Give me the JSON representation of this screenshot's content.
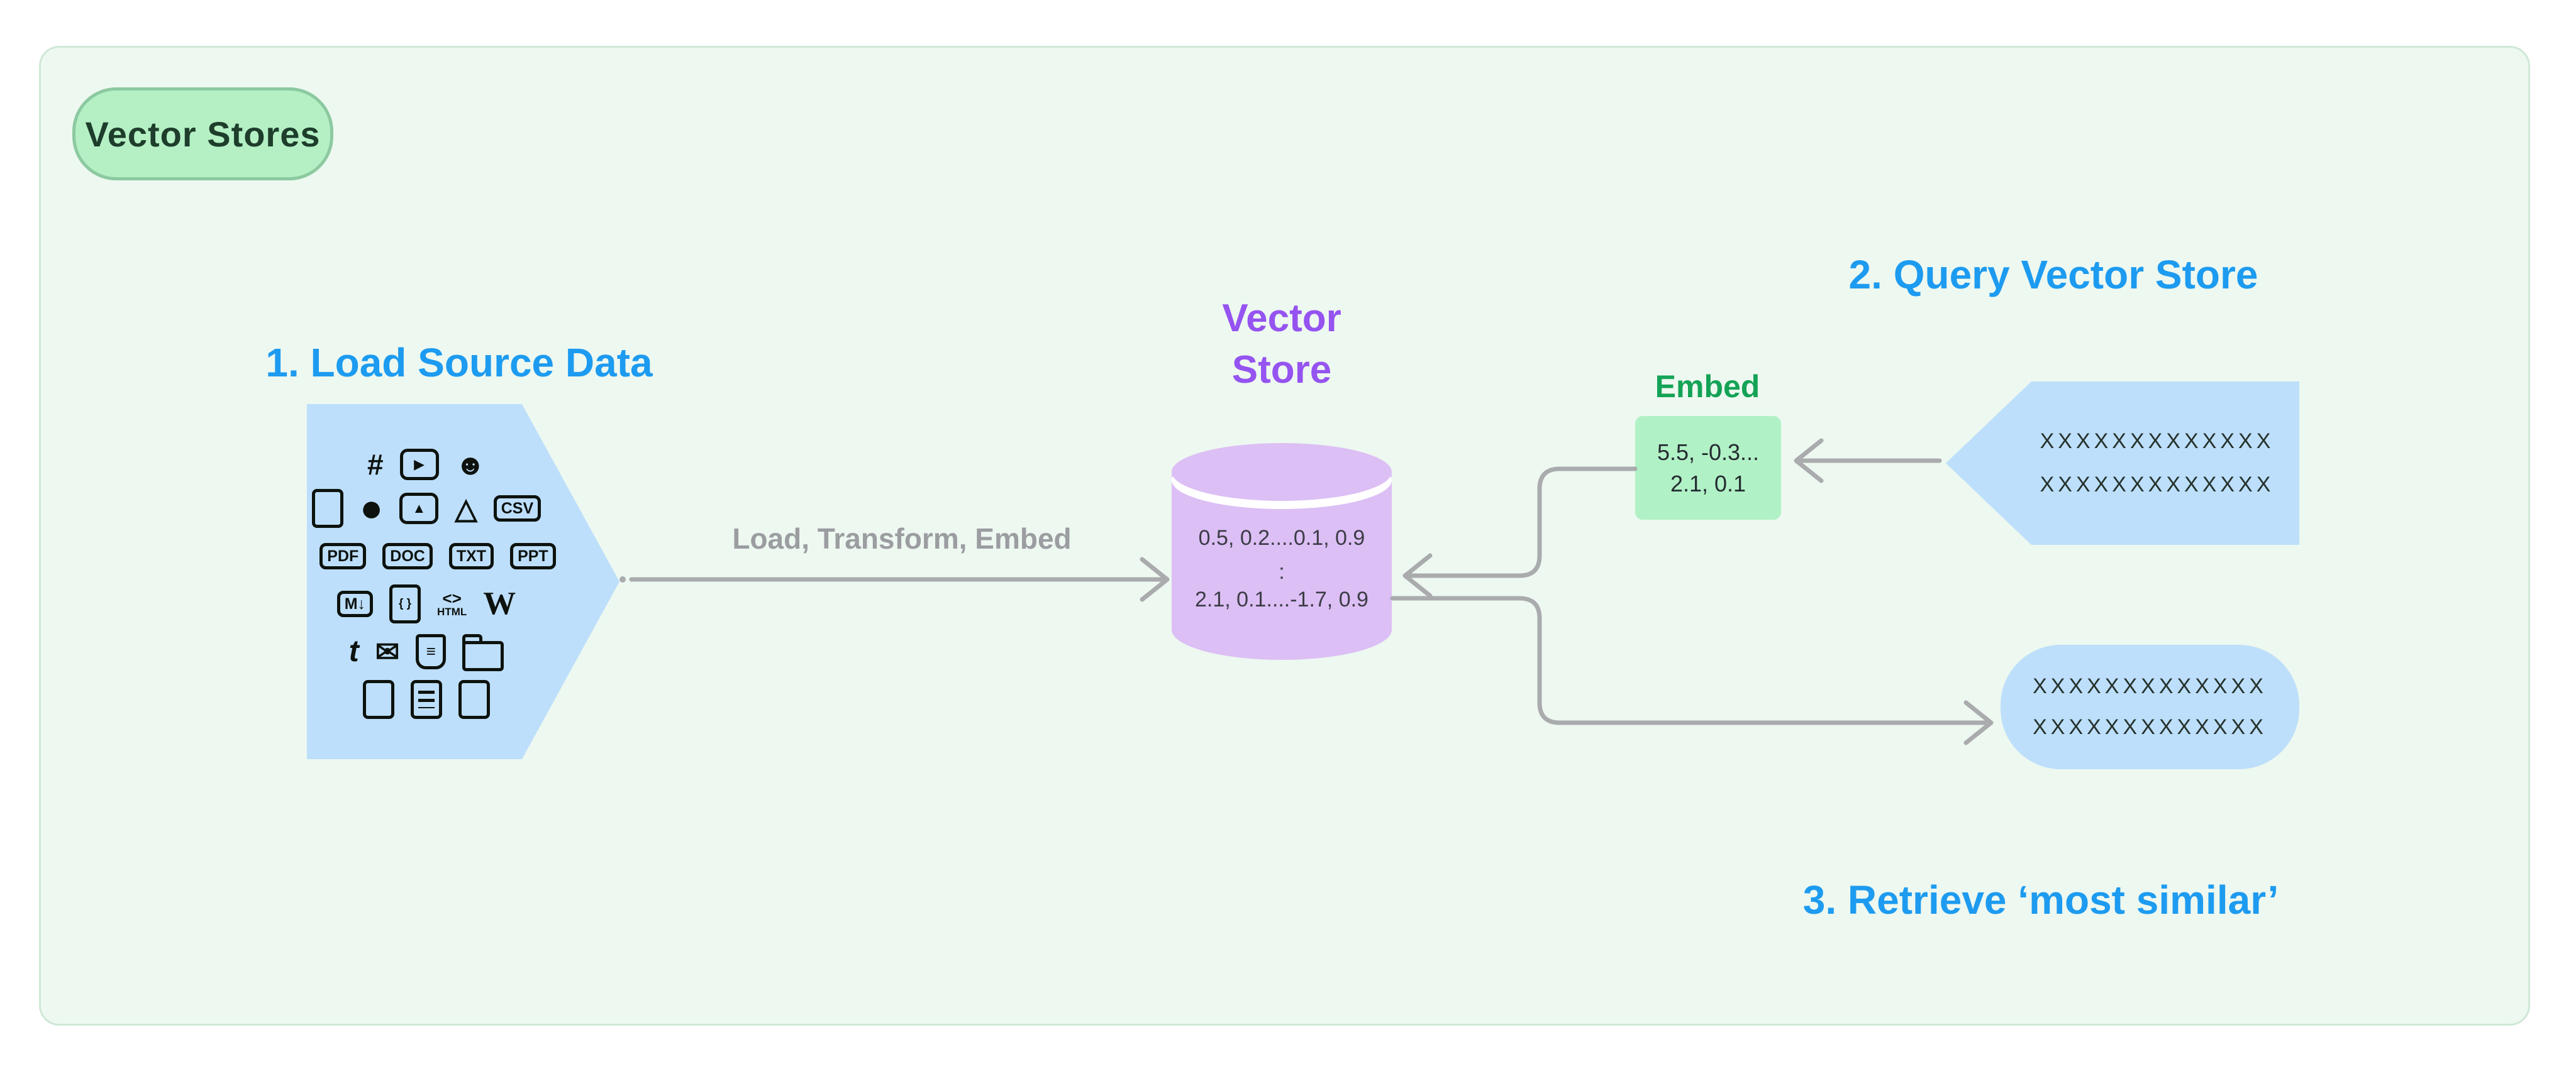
{
  "diagram": {
    "badge_label": "Vector Stores",
    "steps": {
      "step1": "1. Load Source Data",
      "step2": "2. Query Vector Store",
      "step3": "3. Retrieve ‘most similar’"
    },
    "load_arrow_label": "Load, Transform, Embed",
    "store": {
      "title": "Vector Store",
      "rows": [
        "0.5, 0.2....0.1, 0.9",
        ":",
        "2.1, 0.1....-1.7, 0.9"
      ]
    },
    "embed": {
      "label": "Embed",
      "lines": [
        "5.5, -0.3...",
        "2.1, 0.1"
      ]
    },
    "query_doc": {
      "lines": [
        "XXXXXXXXXXXXX",
        "XXXXXXXXXXXXX"
      ]
    },
    "result_doc": {
      "lines": [
        "XXXXXXXXXXXXX",
        "XXXXXXXXXXXXX"
      ]
    },
    "icon_rows": [
      [
        {
          "name": "slack-icon",
          "kind": "glyph",
          "label": "#"
        },
        {
          "name": "youtube-icon",
          "kind": "box",
          "label": "▶"
        },
        {
          "name": "discord-icon",
          "kind": "glyph",
          "label": "☻"
        }
      ],
      [
        {
          "name": "file-icon",
          "kind": "file",
          "label": ""
        },
        {
          "name": "github-icon",
          "kind": "gh",
          "label": "●"
        },
        {
          "name": "image-icon",
          "kind": "box",
          "label": "▲"
        },
        {
          "name": "google-drive-icon",
          "kind": "glyph",
          "label": "△"
        },
        {
          "name": "csv-file-icon",
          "kind": "tag",
          "label": "CSV"
        }
      ],
      [
        {
          "name": "notes-file-icon",
          "kind": "file-lines",
          "label": ""
        },
        {
          "name": "pdf-file-icon",
          "kind": "tag",
          "label": "PDF"
        },
        {
          "name": "doc-file-icon",
          "kind": "tag",
          "label": "DOC"
        },
        {
          "name": "txt-file-icon",
          "kind": "tag",
          "label": "TXT"
        },
        {
          "name": "ppt-file-icon",
          "kind": "tag",
          "label": "PPT"
        }
      ],
      [
        {
          "name": "markdown-icon",
          "kind": "tag",
          "label": "M↓"
        },
        {
          "name": "json-file-icon",
          "kind": "file",
          "label": "{ }"
        },
        {
          "name": "html-icon",
          "kind": "html",
          "label": "<>",
          "sublabel": "HTML"
        },
        {
          "name": "wikipedia-icon",
          "kind": "wiki",
          "label": "W"
        }
      ],
      [
        {
          "name": "twitter-icon",
          "kind": "twitter",
          "label": "t"
        },
        {
          "name": "email-icon",
          "kind": "glyph",
          "label": "✉"
        },
        {
          "name": "css-shield-icon",
          "kind": "shield",
          "label": "≡"
        },
        {
          "name": "folder-icon",
          "kind": "folder",
          "label": ""
        }
      ],
      [
        {
          "name": "file-icon",
          "kind": "file",
          "label": ""
        },
        {
          "name": "notes-file-icon",
          "kind": "file-lines",
          "label": ""
        },
        {
          "name": "file-icon",
          "kind": "file",
          "label": ""
        }
      ]
    ],
    "colors": {
      "card_bg": "#edf8f0",
      "badge_bg": "#b4f0c4",
      "badge_border": "#8cc9a0",
      "step_heading_blue": "#1d9bf0",
      "store_purple": "#9553f0",
      "cylinder_fill": "#dcbff5",
      "embed_green": "#14a356",
      "embed_box_bg": "#b1f1c6",
      "doc_shape_blue": "#bddffb",
      "arrow_gray": "#a9abad"
    }
  }
}
